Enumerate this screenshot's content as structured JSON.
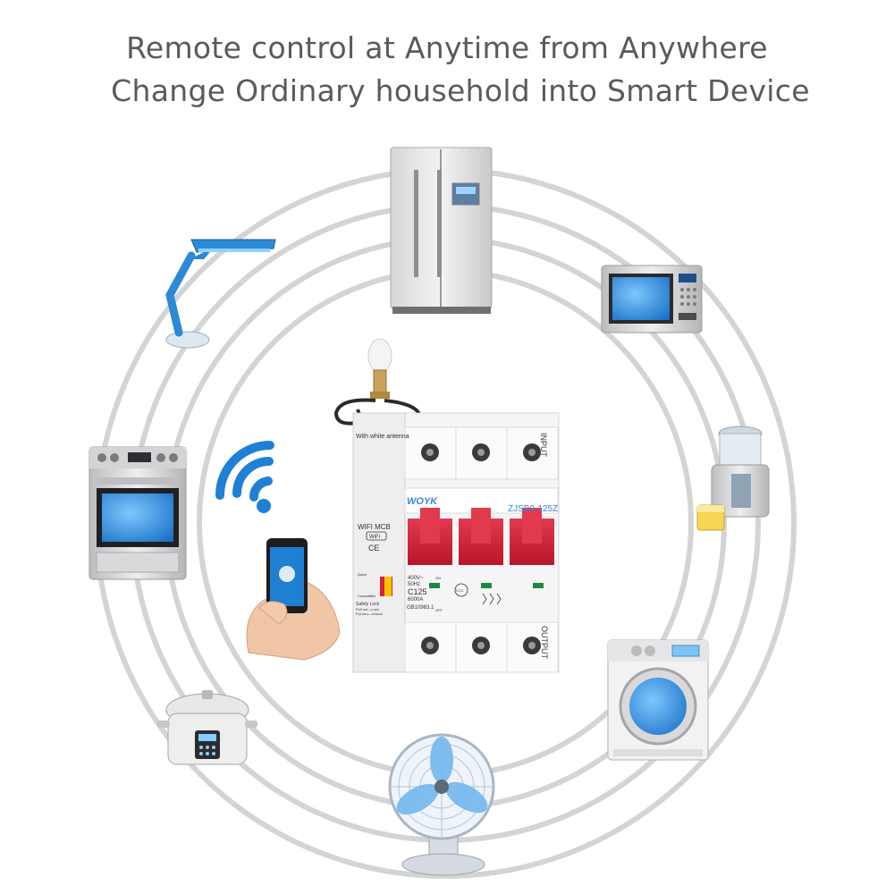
{
  "headline": {
    "line1": "Remote control at Anytime from Anywhere",
    "line2": "Change Ordinary household into Smart Device"
  },
  "breaker": {
    "antenna_label": "With white antenna",
    "brand": "WOYK",
    "model": "ZJSB9-125Z",
    "wifi_mcb": "WIFI MCB",
    "wifi_badge": "WiFi",
    "ce_mark": "CE",
    "input_label": "INPUT",
    "output_label": "OUTPUT",
    "voltage": "400V~",
    "frequency": "50Hz",
    "current_rating": "C125",
    "breaking_capacity": "6000A",
    "standard": "GB10963.1",
    "ccc_mark": "CCC",
    "safety_lock": "Safety Lock",
    "pull_out": "Pull out—Lock",
    "put_into": "Put into—Unlock",
    "quick": "Quick",
    "compatible": "Compatible",
    "on_label": "ON",
    "off_label": "OFF"
  },
  "appliances": [
    "refrigerator-icon",
    "microwave-icon",
    "juicer-icon",
    "washing-machine-icon",
    "fan-icon",
    "rice-cooker-icon",
    "oven-icon",
    "desk-lamp-icon",
    "wifi-icon",
    "smartphone-hand-icon"
  ],
  "colors": {
    "accent_blue": "#1f7fd1",
    "breaker_red": "#d6213a",
    "ring_gray": "#d6d6d6",
    "headline_gray": "#5a5a5a"
  }
}
